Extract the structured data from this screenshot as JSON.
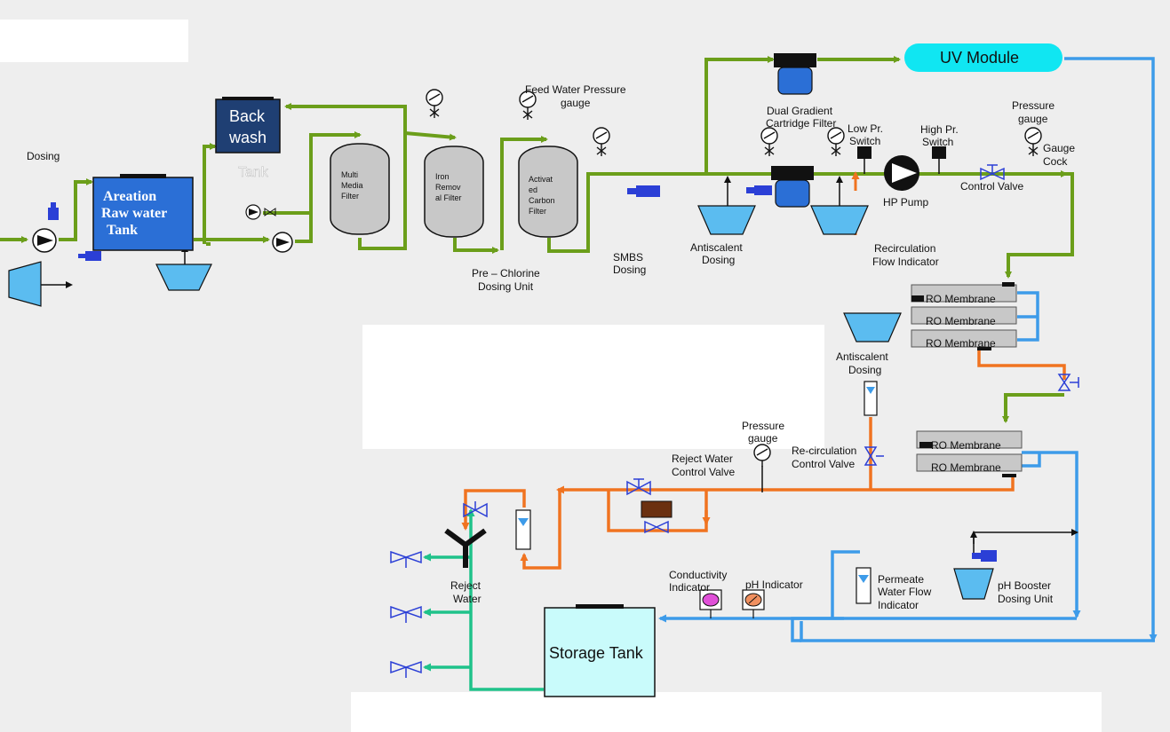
{
  "colors": {
    "green": "#6b9e1a",
    "dark_green": "#3f7a10",
    "blue": "#3d9be9",
    "orange": "#f07320",
    "teal": "#1fc28a",
    "tank_blue": "#2b6fd6",
    "uv": "#10e6f2",
    "storage": "#c9fbfb",
    "dosing_cone": "#5bbcf0",
    "filter_gray": "#c8c8c8",
    "navy": "#1f3f73",
    "panel": "#eeeeee"
  },
  "labels": {
    "dosing_left": "Dosing",
    "aeration_tank": [
      "Areation",
      "Raw water",
      "Tank"
    ],
    "backwash": [
      "Back",
      "wash"
    ],
    "backwash_tank": "Tank",
    "multimedia": [
      "Multi",
      "Media",
      "Filter"
    ],
    "iron": [
      "Iron",
      "Remov",
      "al Filter"
    ],
    "carbon": [
      "Activat",
      "ed",
      "Carbon",
      "Filter"
    ],
    "feed_gauge": [
      "Feed Water Pressure",
      "gauge"
    ],
    "pre_chlorine": [
      "Pre – Chlorine",
      "Dosing Unit"
    ],
    "smbs": [
      "SMBS",
      "Dosing"
    ],
    "antiscalent_1": [
      "Antiscalent",
      "Dosing"
    ],
    "dual_gradient": [
      "Dual Gradient",
      "Cartridge Filter"
    ],
    "low_pr": [
      "Low Pr.",
      "Switch"
    ],
    "high_pr": [
      "High Pr.",
      "Switch"
    ],
    "hp_pump": "HP Pump",
    "pressure_gauge_top": [
      "Pressure",
      "gauge"
    ],
    "gauge_cock": [
      "Gauge",
      "Cock"
    ],
    "control_valve": "Control Valve",
    "uv_module": "UV Module",
    "recirc_flow": [
      "Recirculation",
      "Flow Indicator"
    ],
    "ro_membrane": "RO Membrane",
    "antiscalent_2": [
      "Antiscalent",
      "Dosing"
    ],
    "pressure_gauge_mid": [
      "Pressure",
      "gauge"
    ],
    "recirc_valve": [
      "Re-circulation",
      "Control Valve"
    ],
    "reject_valve": [
      "Reject Water",
      "Control Valve"
    ],
    "reject_water": [
      "Reject",
      "Water"
    ],
    "conductivity": [
      "Conductivity",
      "Indicator"
    ],
    "ph_indicator": "pH Indicator",
    "permeate": [
      "Permeate",
      "Water Flow",
      "Indicator"
    ],
    "ph_booster": [
      "pH Booster",
      "Dosing Unit"
    ],
    "storage_tank": "Storage Tank"
  }
}
